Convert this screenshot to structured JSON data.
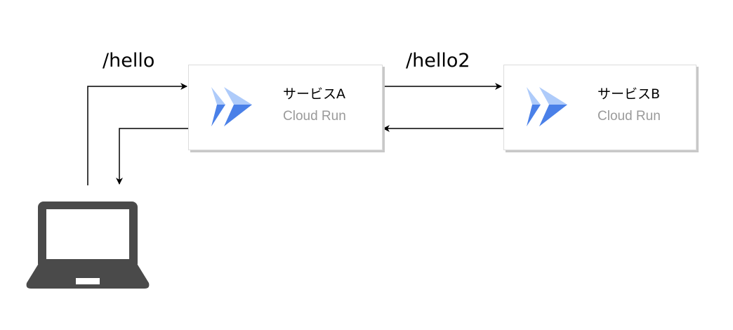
{
  "edges": {
    "client_to_a_label": "/hello",
    "a_to_b_label": "/hello2"
  },
  "services": [
    {
      "name": "サービスA",
      "product": "Cloud Run"
    },
    {
      "name": "サービスB",
      "product": "Cloud Run"
    }
  ],
  "icons": {
    "service_icon": "cloud-run-icon",
    "client_icon": "laptop-icon"
  },
  "colors": {
    "cloud_run_light": "#aecbfa",
    "cloud_run_dark": "#4a80e8",
    "laptop": "#4a4a4a",
    "product_text": "#9a9a9a"
  }
}
